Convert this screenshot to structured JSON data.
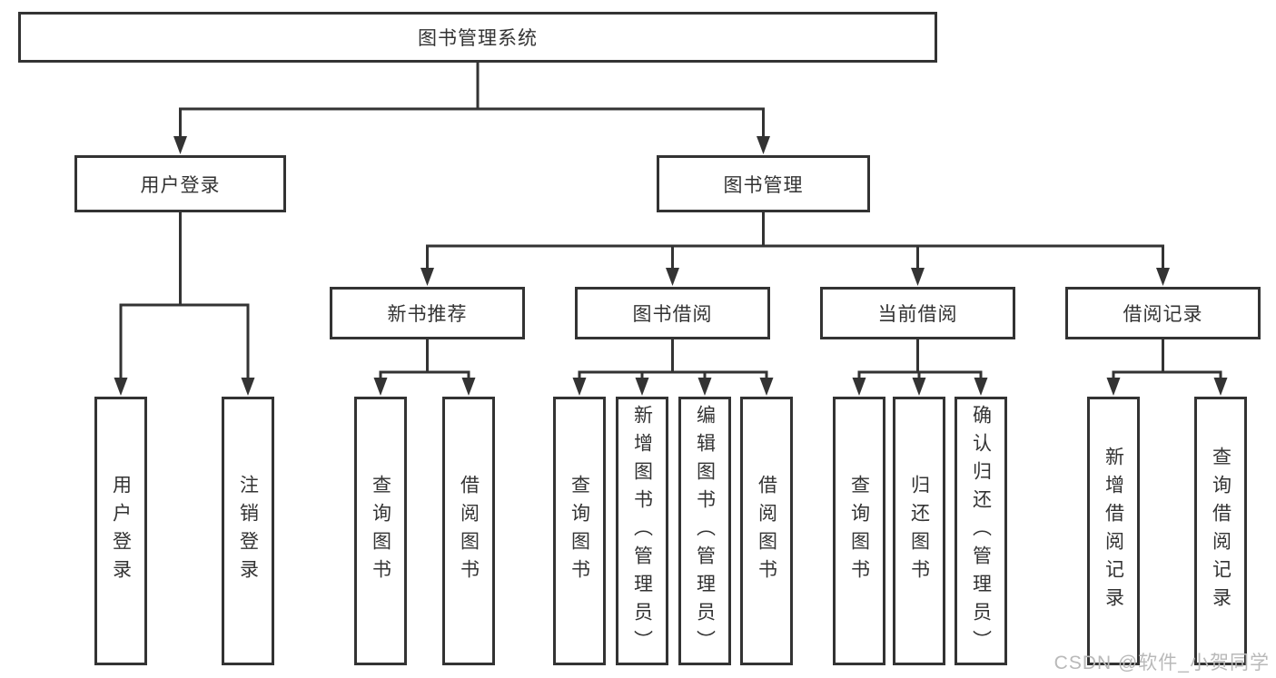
{
  "root_label": "图书管理系统",
  "nodes": {
    "user_login": "用户登录",
    "book_mgmt": "图书管理",
    "new_books": "新书推荐",
    "book_borrow": "图书借阅",
    "current_borrow": "当前借阅",
    "borrow_records": "借阅记录"
  },
  "leaves": {
    "user_login": [
      "用户登录",
      "注销登录"
    ],
    "new_books": [
      "查询图书",
      "借阅图书"
    ],
    "book_borrow": [
      "查询图书",
      "新增图书（管理员）",
      "编辑图书（管理员）",
      "借阅图书"
    ],
    "current_borrow": [
      "查询图书",
      "归还图书",
      "确认归还（管理员）"
    ],
    "borrow_records": [
      "新增借阅记录",
      "查询借阅记录"
    ]
  },
  "watermark": "CSDN @软件_小贺同学",
  "colors": {
    "line": "#333333",
    "text": "#333333",
    "background": "#ffffff",
    "watermark": "#b9b9b9"
  }
}
